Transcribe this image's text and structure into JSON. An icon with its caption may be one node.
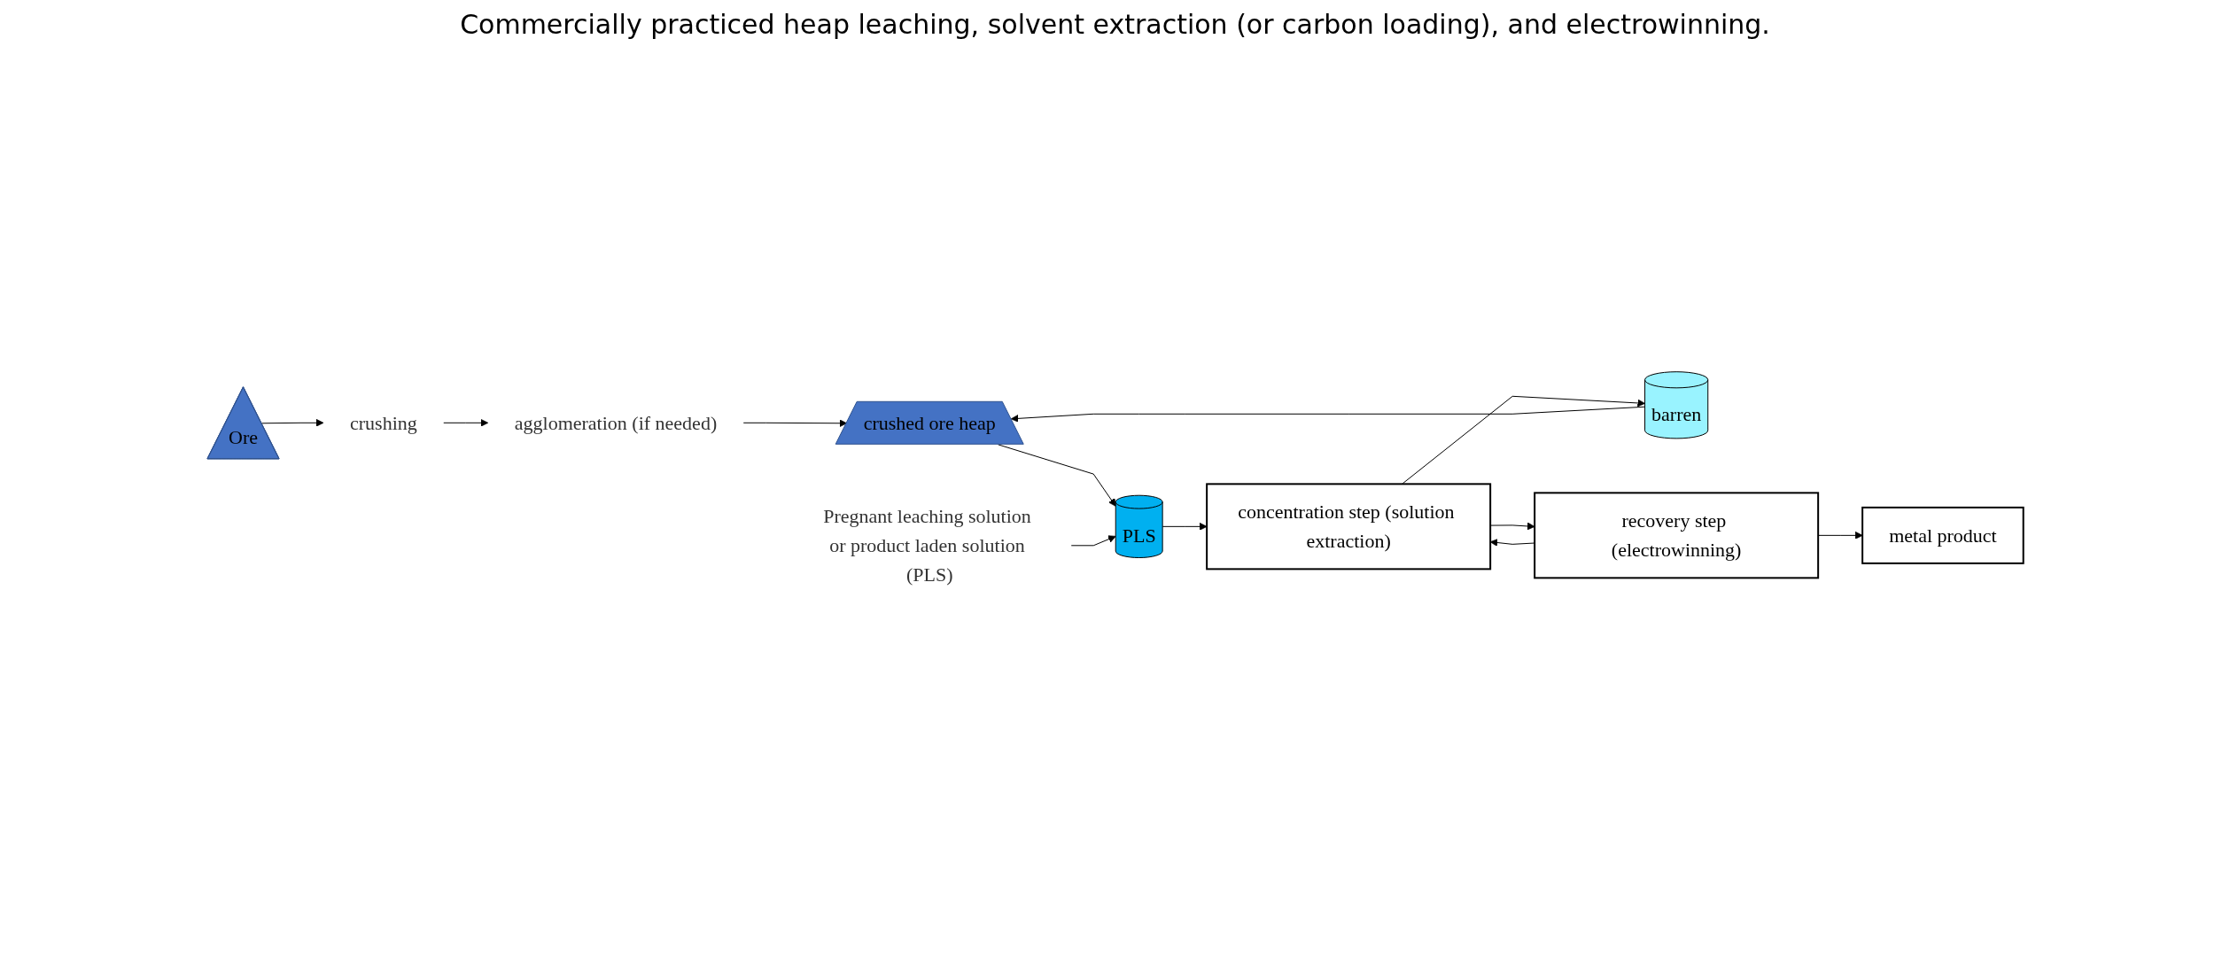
{
  "diagram": {
    "title": "Commercially practiced heap leaching, solvent extraction (or carbon loading), and electrowinning.",
    "nodes": [
      {
        "text": [
          "Ore"
        ]
      },
      {
        "text": [
          "crushing"
        ]
      },
      {
        "text": [
          "agglomeration (if needed)"
        ]
      },
      {
        "text": [
          "crushed ore heap"
        ]
      },
      {
        "text": [
          "PLS"
        ]
      },
      {
        "text": [
          "concentration step (solution extraction)"
        ]
      },
      {
        "text": [
          "barren"
        ]
      },
      {
        "text": [
          "recovery step (electrowinning)"
        ]
      },
      {
        "text": [
          "metal product"
        ]
      },
      {
        "text": [
          "Pregnant leaching solution or product laden solution (PLS)"
        ]
      }
    ],
    "edges": [
      {
        "from": 0,
        "to": 1,
        "arrow": "to"
      },
      {
        "from": 1,
        "to": 2,
        "arrow": "to"
      },
      {
        "from": 2,
        "to": 3,
        "arrow": "to"
      },
      {
        "from": 3,
        "to": 4,
        "arrow": "to"
      },
      {
        "from": 4,
        "to": 5,
        "arrow": "to"
      },
      {
        "from": 5,
        "to": 6,
        "arrow": "to"
      },
      {
        "from": 5,
        "to": 7,
        "arrow": "to"
      },
      {
        "from": 7,
        "to": 5,
        "arrow": "to"
      },
      {
        "from": 7,
        "to": 8,
        "arrow": "to"
      },
      {
        "from": 6,
        "to": 3,
        "arrow": "to"
      },
      {
        "from": 9,
        "to": 4,
        "arrow": "to"
      }
    ]
  }
}
